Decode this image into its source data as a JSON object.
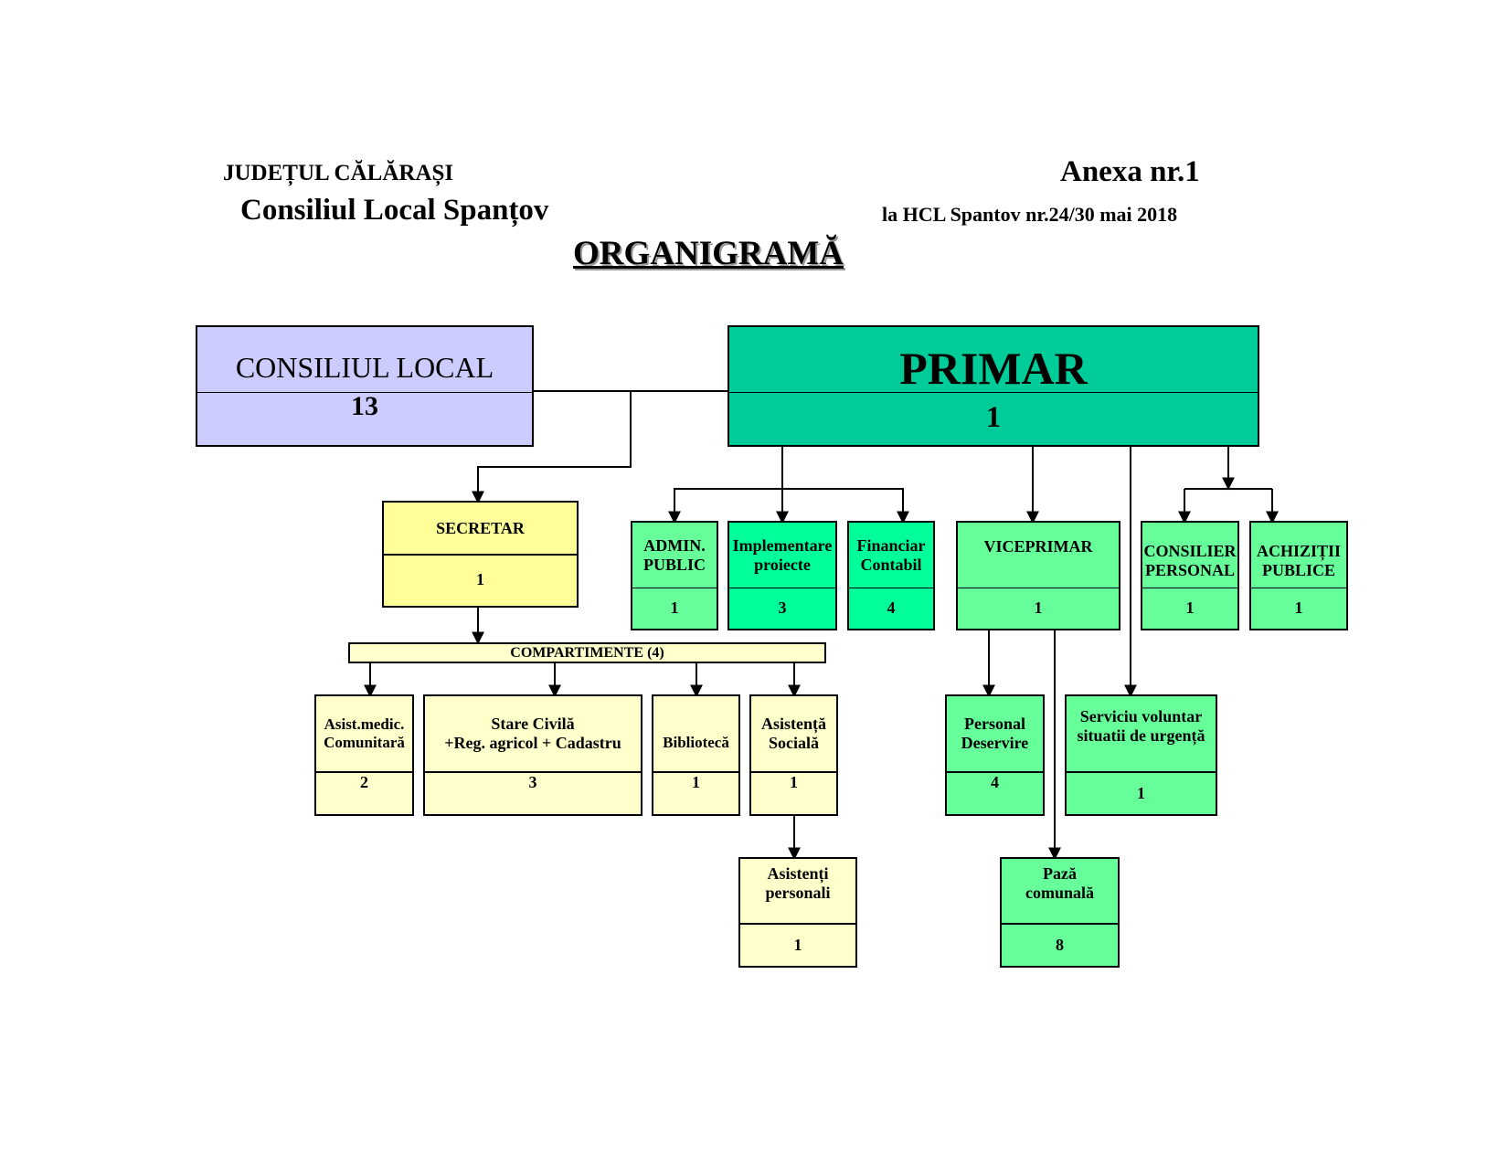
{
  "header": {
    "county": "JUDEȚUL CĂLĂRAȘI",
    "council": "Consiliul  Local Spanțov",
    "annex": "Anexa nr.1",
    "annex_ref": "la HCL Spantov nr.24/30 mai 2018",
    "title": "ORGANIGRAMĂ"
  },
  "colors": {
    "council": "#ccccff",
    "primar": "#00cc99",
    "green": "#66ff99",
    "teal": "#00ff99",
    "yellow": "#ffffcc",
    "secretar": "#ffff99"
  },
  "nodes": {
    "consiliul_local": {
      "label": "CONSILIUL  LOCAL",
      "count": "13"
    },
    "primar": {
      "label": "PRIMAR",
      "count": "1"
    },
    "secretar": {
      "label": "SECRETAR",
      "count": "1"
    },
    "admin_public": {
      "line1": "ADMIN.",
      "line2": "PUBLIC",
      "count": "1"
    },
    "implementare": {
      "line1": "Implementare",
      "line2": "proiecte",
      "count": "3"
    },
    "financiar": {
      "line1": "Financiar",
      "line2": "Contabil",
      "count": "4"
    },
    "viceprimar": {
      "label": "VICEPRIMAR",
      "count": "1"
    },
    "consilier": {
      "line1": "CONSILIER",
      "line2": "PERSONAL",
      "count": "1"
    },
    "achizitii": {
      "line1": "ACHIZIȚII",
      "line2": "PUBLICE",
      "count": "1"
    },
    "compartimente": {
      "label": "COMPARTIMENTE (4)"
    },
    "asist_medic": {
      "line1": "Asist.medic.",
      "line2": "Comunitară",
      "count": "2"
    },
    "stare_civila": {
      "line1": "Stare Civilă",
      "line2": "+Reg. agricol + Cadastru",
      "count": "3"
    },
    "biblioteca": {
      "label": "Bibliotecă",
      "count": "1"
    },
    "asistenta_sociala": {
      "line1": "Asistență",
      "line2": "Socială",
      "count": "1"
    },
    "asistenti_personali": {
      "line1": "Asistenți",
      "line2": "personali",
      "count": "1"
    },
    "personal_deservire": {
      "line1": "Personal",
      "line2": "Deservire",
      "count": "4"
    },
    "serviciu_voluntar": {
      "line1": "Serviciu voluntar",
      "line2": "situatii de urgență",
      "count": "1"
    },
    "paza": {
      "line1": "Pază",
      "line2": "comunală",
      "count": "8"
    }
  }
}
